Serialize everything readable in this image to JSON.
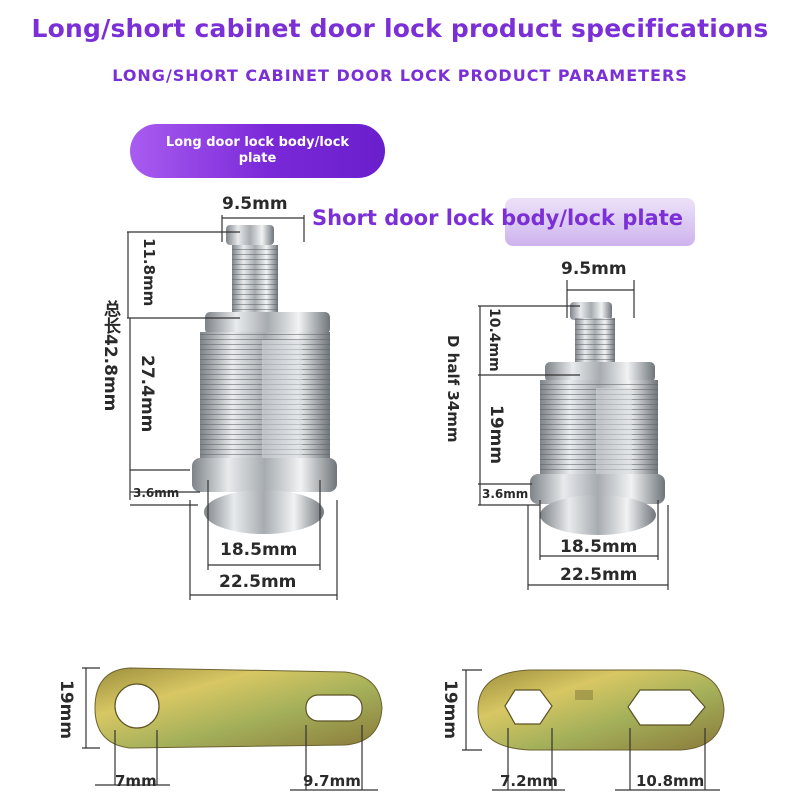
{
  "header": {
    "title": "Long/short cabinet door lock product specifications",
    "subtitle": "LONG/SHORT CABINET DOOR LOCK PRODUCT PARAMETERS"
  },
  "long_lock": {
    "label": "Long door lock body/lock plate",
    "top_width": "9.5mm",
    "stem_height": "11.8mm",
    "total_length": "总长42.8mm",
    "body_height": "27.4mm",
    "flange_thickness": "3.6mm",
    "thread_diameter": "18.5mm",
    "flange_diameter": "22.5mm"
  },
  "short_lock": {
    "label": "Short door lock body/lock plate",
    "top_width": "9.5mm",
    "stem_height": "10.4mm",
    "total_length": "D half 34mm",
    "body_height": "19mm",
    "flange_thickness": "3.6mm",
    "thread_diameter": "18.5mm",
    "flange_diameter": "22.5mm"
  },
  "long_plate": {
    "height": "19mm",
    "left_hole": "7mm",
    "right_hole": "9.7mm"
  },
  "short_plate": {
    "height": "19mm",
    "left_hole": "7.2mm",
    "right_hole": "10.8mm"
  },
  "colors": {
    "accent": "#7b2fd6",
    "chrome": "#c4c8cc",
    "plate": "#b9a64a"
  }
}
